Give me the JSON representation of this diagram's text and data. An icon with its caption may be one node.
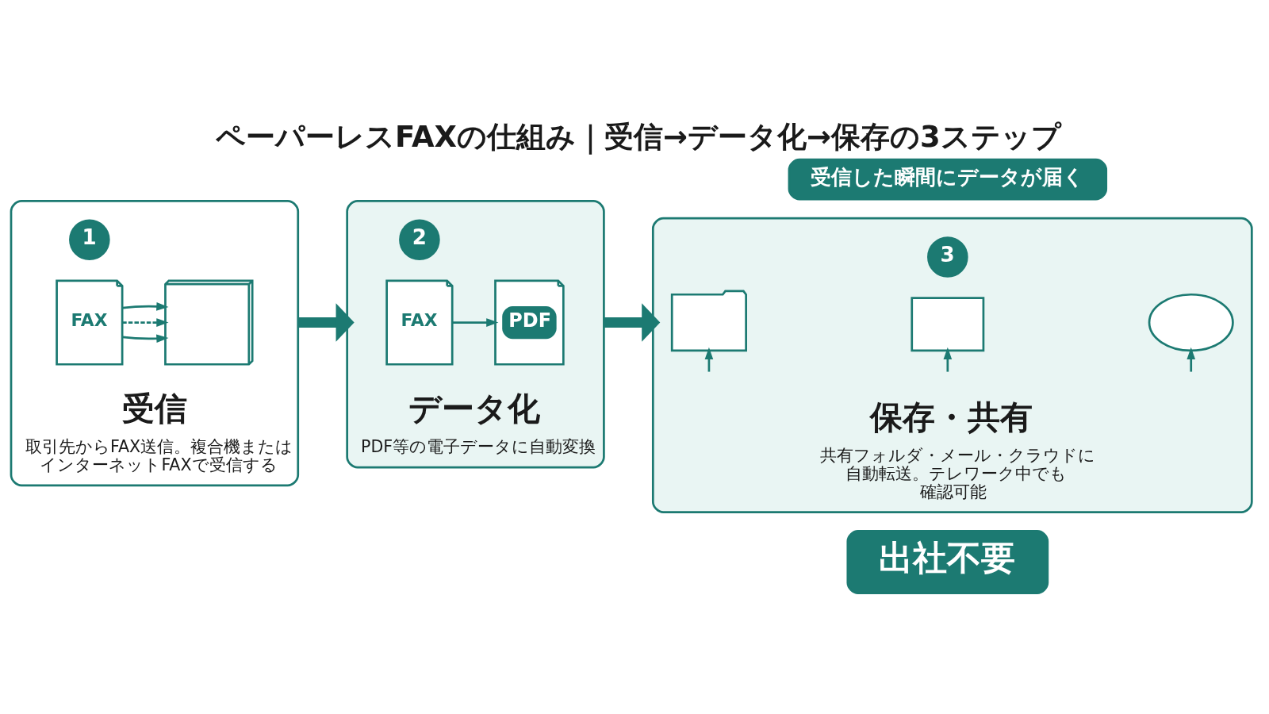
{
  "diagram": {
    "title": "ペーパーレスFAXの仕組み｜受信→データ化→保存の3ステップ",
    "nodes": [
      {
        "text": [
          "受信した瞬間にデータが届く"
        ]
      },
      {
        "text": [
          "受信",
          "取引先からFAX送信。複合機またはインターネットFAXで受信する"
        ]
      },
      {
        "text": [
          "1"
        ],
        "in": 1
      },
      {
        "text": [
          "FAX"
        ],
        "in": 1
      },
      {
        "text": [],
        "shape": "picture",
        "in": 1
      },
      {
        "text": [
          "データ化",
          "PDF等の電子データに自動変換"
        ]
      },
      {
        "text": [
          "2"
        ],
        "in": 5
      },
      {
        "text": [
          "FAX"
        ],
        "in": 5
      },
      {
        "text": [
          "PDF"
        ],
        "in": 5
      },
      {
        "text": [
          "保存・共有",
          "共有フォルダ・メール・クラウドに自動転送。テレワーク中でも確認可能"
        ]
      },
      {
        "text": [
          "3"
        ],
        "in": 9
      },
      {
        "text": [],
        "shape": "folder",
        "in": 9
      },
      {
        "text": [],
        "shape": "envelope",
        "in": 9
      },
      {
        "text": [],
        "shape": "cloud",
        "in": 9
      },
      {
        "text": [
          "出社不要"
        ]
      }
    ],
    "edges": [
      {
        "from": 3,
        "to": 4,
        "arrow": "to"
      },
      {
        "from": 3,
        "to": 4,
        "arrow": "to",
        "style": "dashed"
      },
      {
        "from": 3,
        "to": 4,
        "arrow": "to"
      },
      {
        "from": 1,
        "to": 5,
        "arrow": "to",
        "style": "thick"
      },
      {
        "from": 7,
        "to": 8,
        "arrow": "to"
      },
      {
        "from": 5,
        "to": 9,
        "arrow": "to",
        "style": "thick"
      },
      {
        "from": null,
        "to": 11,
        "arrow": "to"
      },
      {
        "from": null,
        "to": 12,
        "arrow": "to"
      },
      {
        "from": null,
        "to": 13,
        "arrow": "to"
      }
    ]
  }
}
